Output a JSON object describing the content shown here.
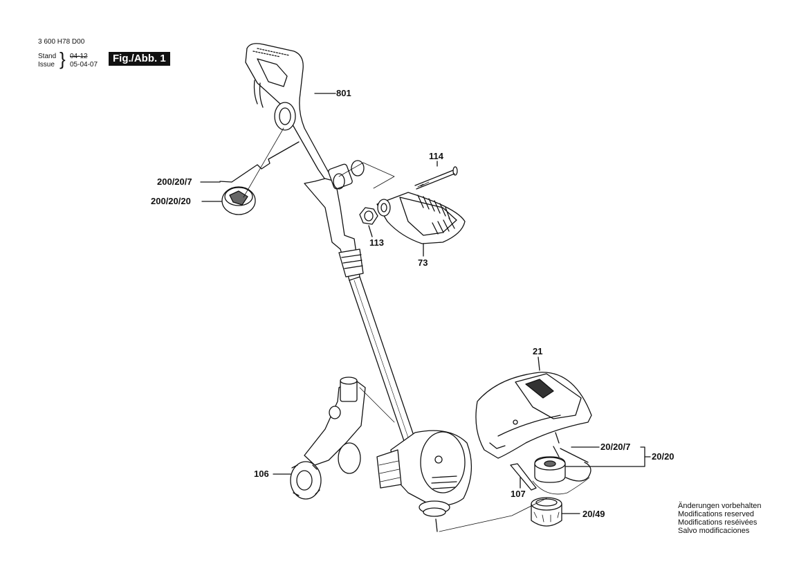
{
  "header": {
    "doc_number": "3 600 H78 D00",
    "stand_label": "Stand",
    "issue_label": "Issue",
    "stand_value": "04-12",
    "issue_value": "05-04-07",
    "figure_label": "Fig./Abb. 1"
  },
  "parts": [
    {
      "id": "801",
      "label": "801"
    },
    {
      "id": "114",
      "label": "114"
    },
    {
      "id": "113",
      "label": "113"
    },
    {
      "id": "73",
      "label": "73"
    },
    {
      "id": "200-20-7",
      "label": "200/20/7"
    },
    {
      "id": "200-20-20",
      "label": "200/20/20"
    },
    {
      "id": "21",
      "label": "21"
    },
    {
      "id": "20-20-7",
      "label": "20/20/7"
    },
    {
      "id": "20-20",
      "label": "20/20"
    },
    {
      "id": "106",
      "label": "106"
    },
    {
      "id": "107",
      "label": "107"
    },
    {
      "id": "20-49",
      "label": "20/49"
    }
  ],
  "notes": {
    "de": "Änderungen vorbehalten",
    "en": "Modifications reserved",
    "fr": "Modifications reséivées",
    "es": "Salvo modificaciones"
  }
}
